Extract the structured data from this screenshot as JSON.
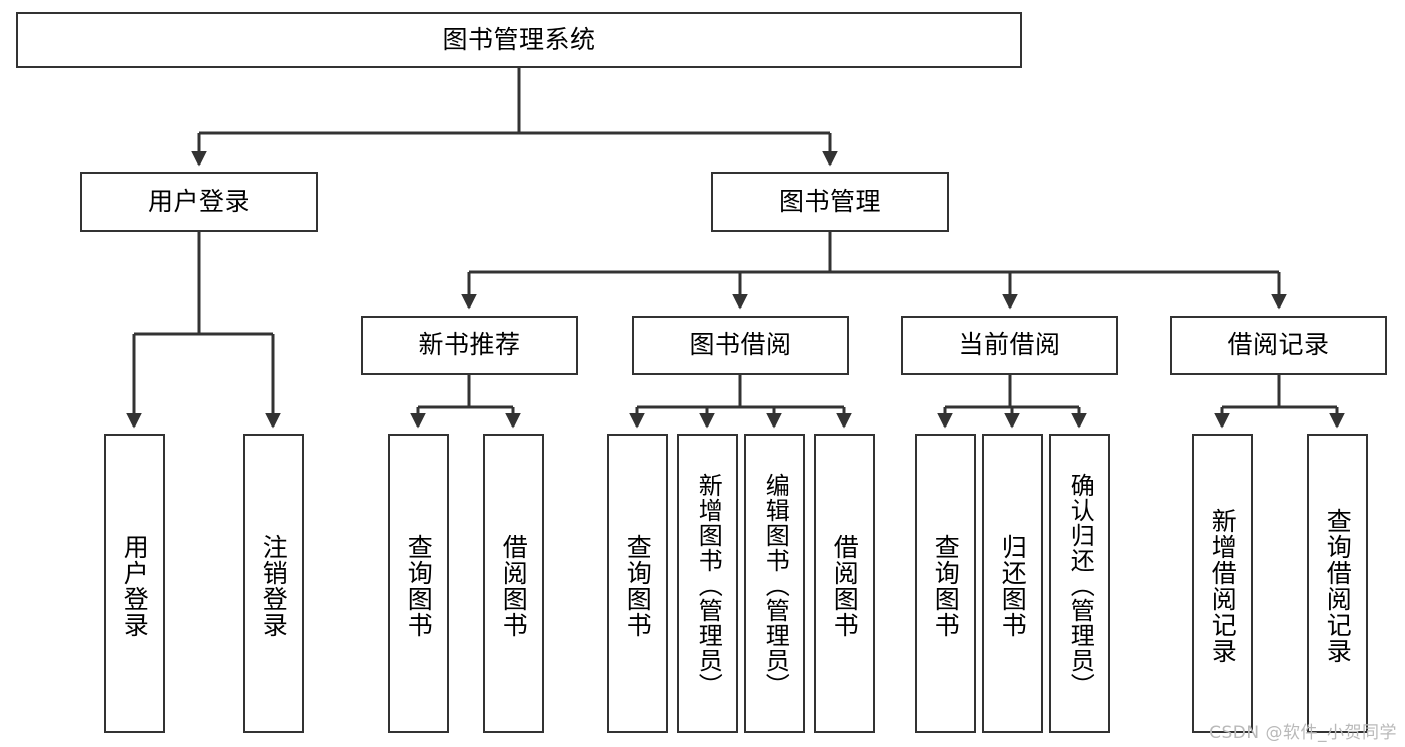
{
  "diagram": {
    "title": "图书管理系统",
    "watermark": "CSDN @软件_小贺同学",
    "colors": {
      "stroke": "#333333",
      "box_fill": "#ffffff",
      "text": "#000000",
      "watermark": "#b9b9b9",
      "background": "#ffffff"
    },
    "levels": {
      "root": {
        "label": "图书管理系统"
      },
      "level2": [
        {
          "label": "用户登录"
        },
        {
          "label": "图书管理"
        }
      ],
      "level3": [
        {
          "label": "新书推荐"
        },
        {
          "label": "图书借阅"
        },
        {
          "label": "当前借阅"
        },
        {
          "label": "借阅记录"
        }
      ],
      "leaves": {
        "user_login": [
          {
            "label": "用户登录"
          },
          {
            "label": "注销登录"
          }
        ],
        "new_book_recommend": [
          {
            "label": "查询图书"
          },
          {
            "label": "借阅图书"
          }
        ],
        "book_borrow": [
          {
            "label": "查询图书"
          },
          {
            "label": "新增图书（管理员）"
          },
          {
            "label": "编辑图书（管理员）"
          },
          {
            "label": "借阅图书"
          }
        ],
        "current_borrow": [
          {
            "label": "查询图书"
          },
          {
            "label": "归还图书"
          },
          {
            "label": "确认归还（管理员）"
          }
        ],
        "borrow_record": [
          {
            "label": "新增借阅记录"
          },
          {
            "label": "查询借阅记录"
          }
        ]
      }
    }
  }
}
